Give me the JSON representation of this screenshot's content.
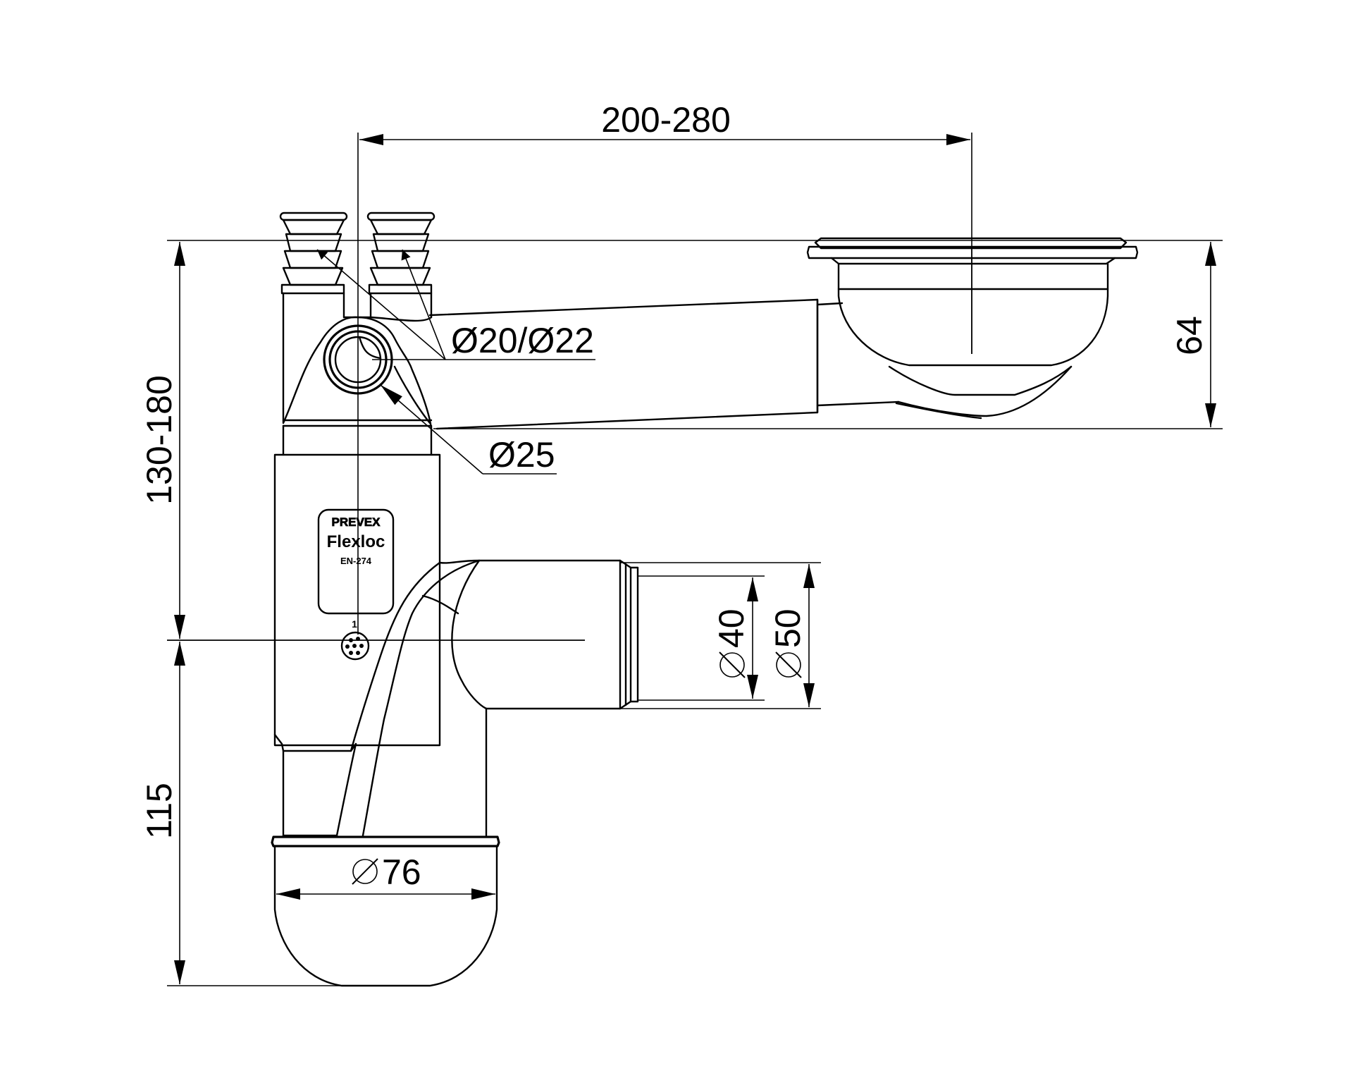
{
  "dimensions": {
    "spacing": "200-280",
    "height_upper": "130-180",
    "height_lower": "115",
    "tray_depth": "64",
    "hose_diameter": "Ø20/Ø22",
    "tube_diameter": "Ø25",
    "outlet_inner": "40",
    "outlet_outer": "50",
    "trap_diameter": "76"
  },
  "label_plate": {
    "brand": "PREVEX",
    "product": "Flexloc",
    "standard": "EN-274"
  },
  "marker_number": "1"
}
